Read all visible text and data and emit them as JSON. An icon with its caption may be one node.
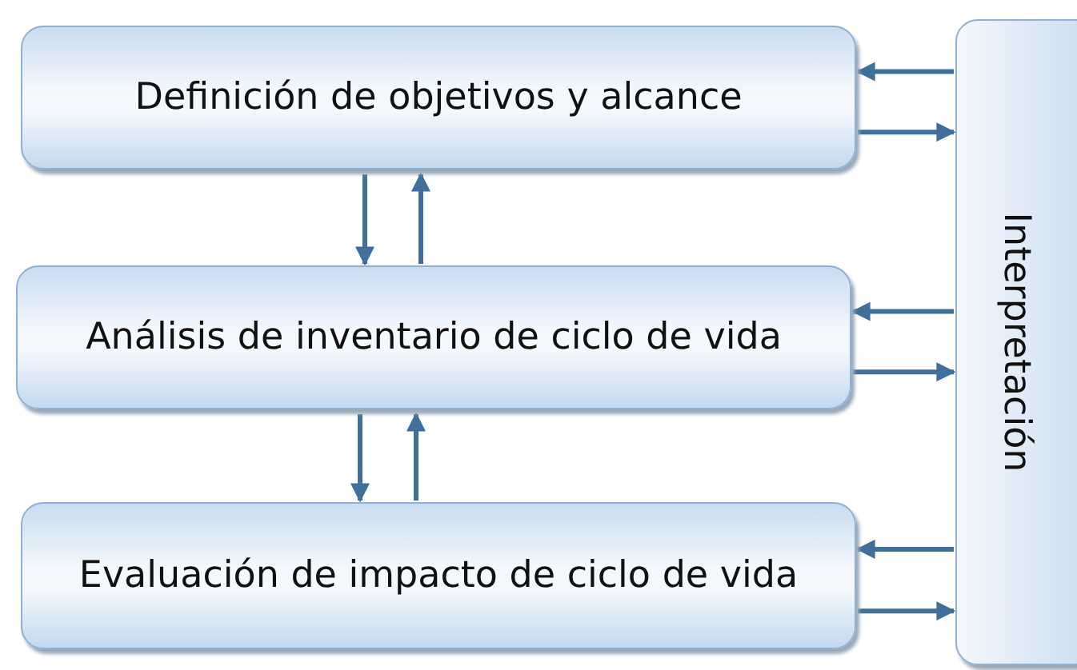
{
  "diagram": {
    "nodes": [
      {
        "text": [
          "Definición de objetivos y alcance"
        ]
      },
      {
        "text": [
          "Análisis de inventario de ciclo de vida"
        ]
      },
      {
        "text": [
          "Evaluación de impacto de ciclo de vida"
        ]
      },
      {
        "text": [
          "Interpretación"
        ]
      }
    ],
    "edges": [
      {
        "from": 3,
        "to": 0,
        "arrow": "to"
      },
      {
        "from": 0,
        "to": 3,
        "arrow": "to"
      },
      {
        "from": 0,
        "to": 1,
        "arrow": "to"
      },
      {
        "from": 1,
        "to": 0,
        "arrow": "to"
      },
      {
        "from": 3,
        "to": 1,
        "arrow": "to"
      },
      {
        "from": 1,
        "to": 3,
        "arrow": "to"
      },
      {
        "from": 1,
        "to": 2,
        "arrow": "to"
      },
      {
        "from": 2,
        "to": 1,
        "arrow": "to"
      },
      {
        "from": 3,
        "to": 2,
        "arrow": "to"
      },
      {
        "from": 2,
        "to": 3,
        "arrow": "to"
      }
    ]
  }
}
